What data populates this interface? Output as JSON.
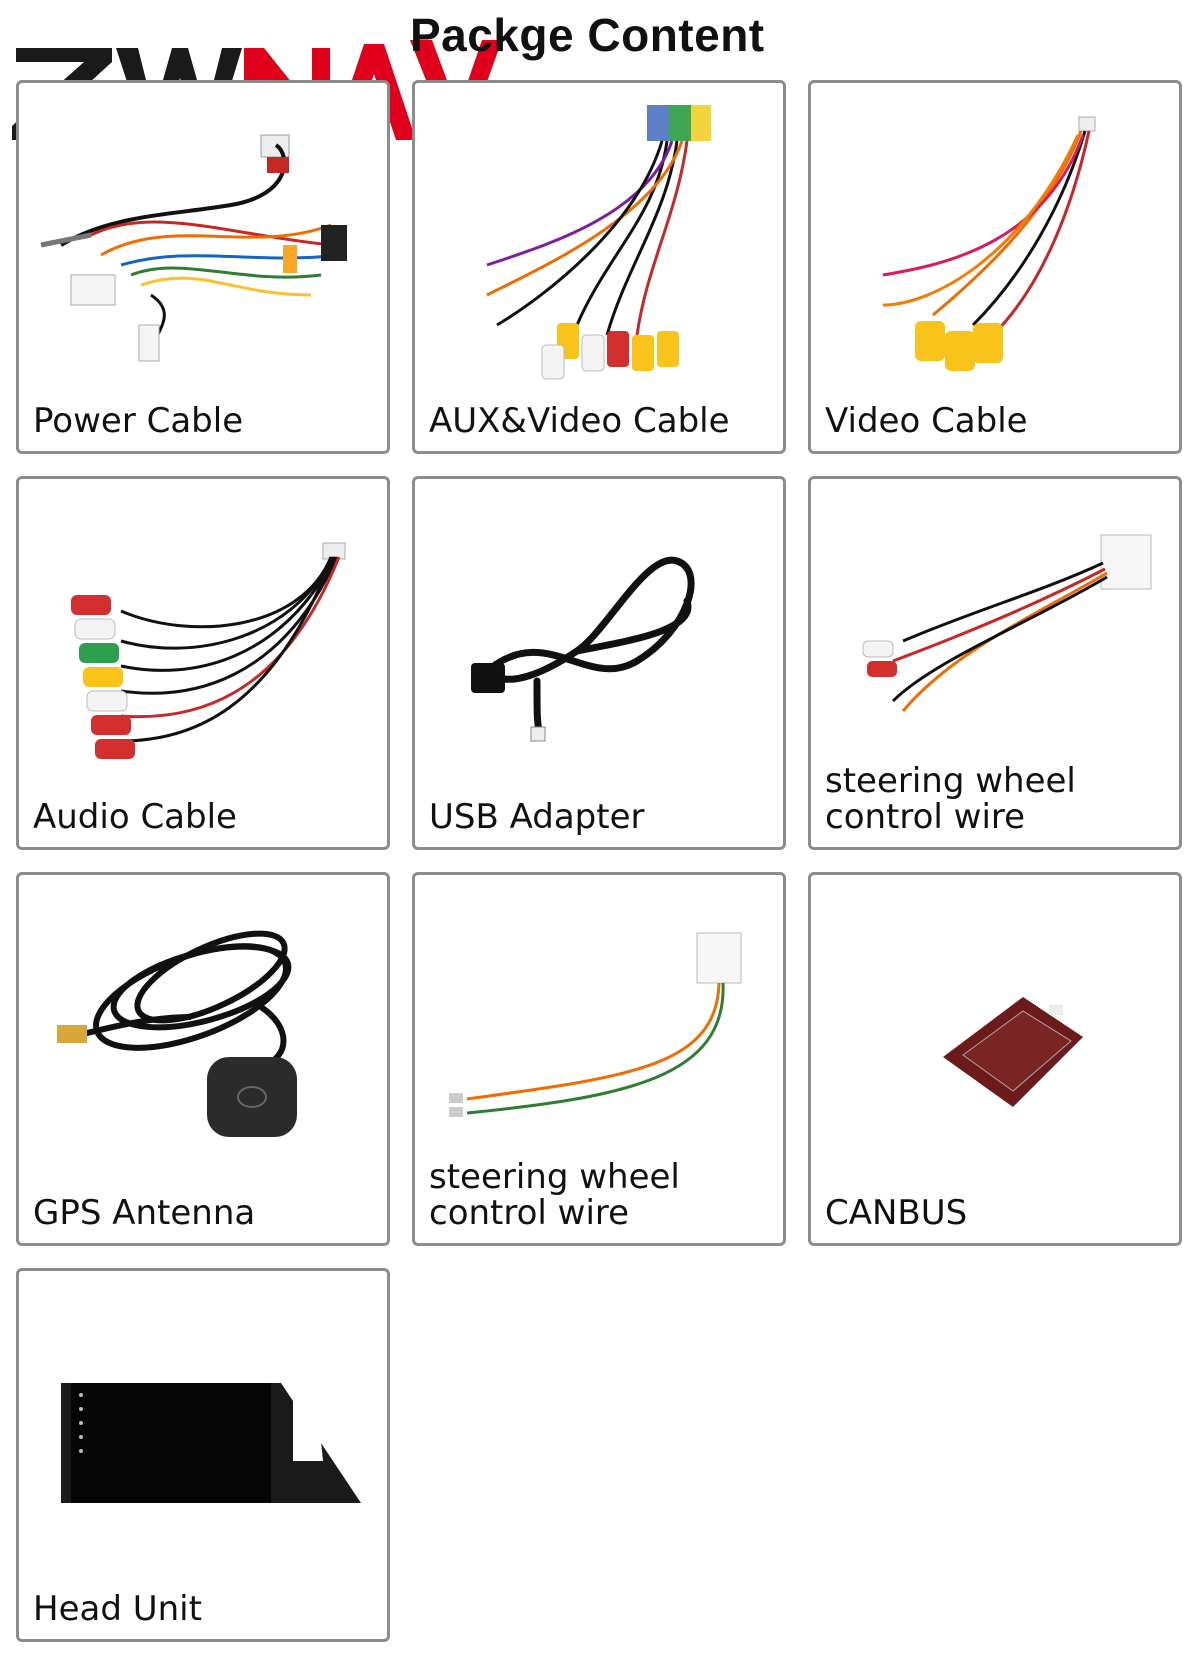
{
  "brand": {
    "logo_text": "ZWNAV",
    "logo_black": "#1a1a1a",
    "logo_red": "#e0001b"
  },
  "page": {
    "title": "Packge Content"
  },
  "items": [
    {
      "label": "Power Cable"
    },
    {
      "label": "AUX&Video Cable"
    },
    {
      "label": "Video Cable"
    },
    {
      "label": "Audio Cable"
    },
    {
      "label": "USB Adapter"
    },
    {
      "label": "steering wheel\ncontrol wire"
    },
    {
      "label": "GPS Antenna"
    },
    {
      "label": "steering wheel\ncontrol wire"
    },
    {
      "label": "CANBUS"
    },
    {
      "label": "Head Unit"
    }
  ]
}
